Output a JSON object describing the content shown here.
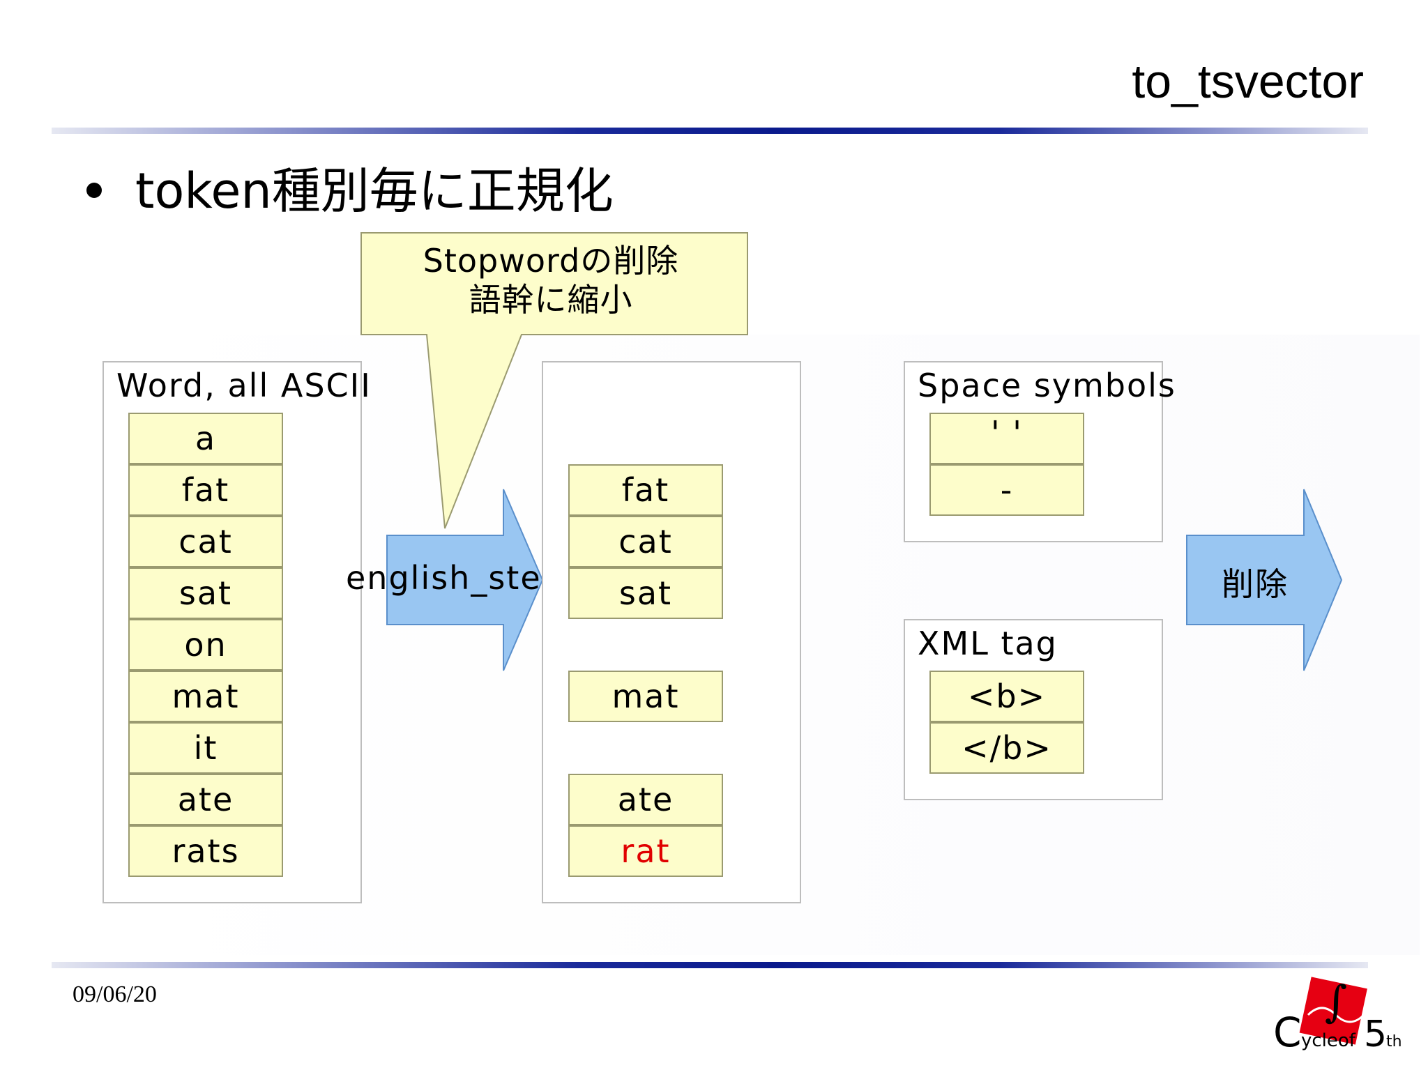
{
  "slide": {
    "title": "to_tsvector",
    "bullet": "token種別毎に正規化",
    "date": "09/06/20"
  },
  "callout": {
    "line1": "Stopwordの削除",
    "line2": "語幹に縮小"
  },
  "panels": {
    "word": {
      "title": "Word, all ASCII",
      "tokens": [
        "a",
        "fat",
        "cat",
        "sat",
        "on",
        "mat",
        "it",
        "ate",
        "rats"
      ]
    },
    "stemmed": {
      "tokens": [
        "fat",
        "cat",
        "sat",
        "mat",
        "ate",
        "rat"
      ],
      "highlight_color": "#e00000"
    },
    "space": {
      "title": "Space symbols",
      "tokens": [
        "' '",
        "-"
      ]
    },
    "xml": {
      "title": "XML tag",
      "tokens": [
        "<b>",
        "</b>"
      ]
    }
  },
  "arrows": {
    "stem": {
      "label": "english_stem",
      "color": "#99c6f2"
    },
    "remove": {
      "label": "削除",
      "color": "#99c6f2"
    }
  },
  "logo": {
    "text": "Cycleof5th",
    "color": "#e60012"
  }
}
